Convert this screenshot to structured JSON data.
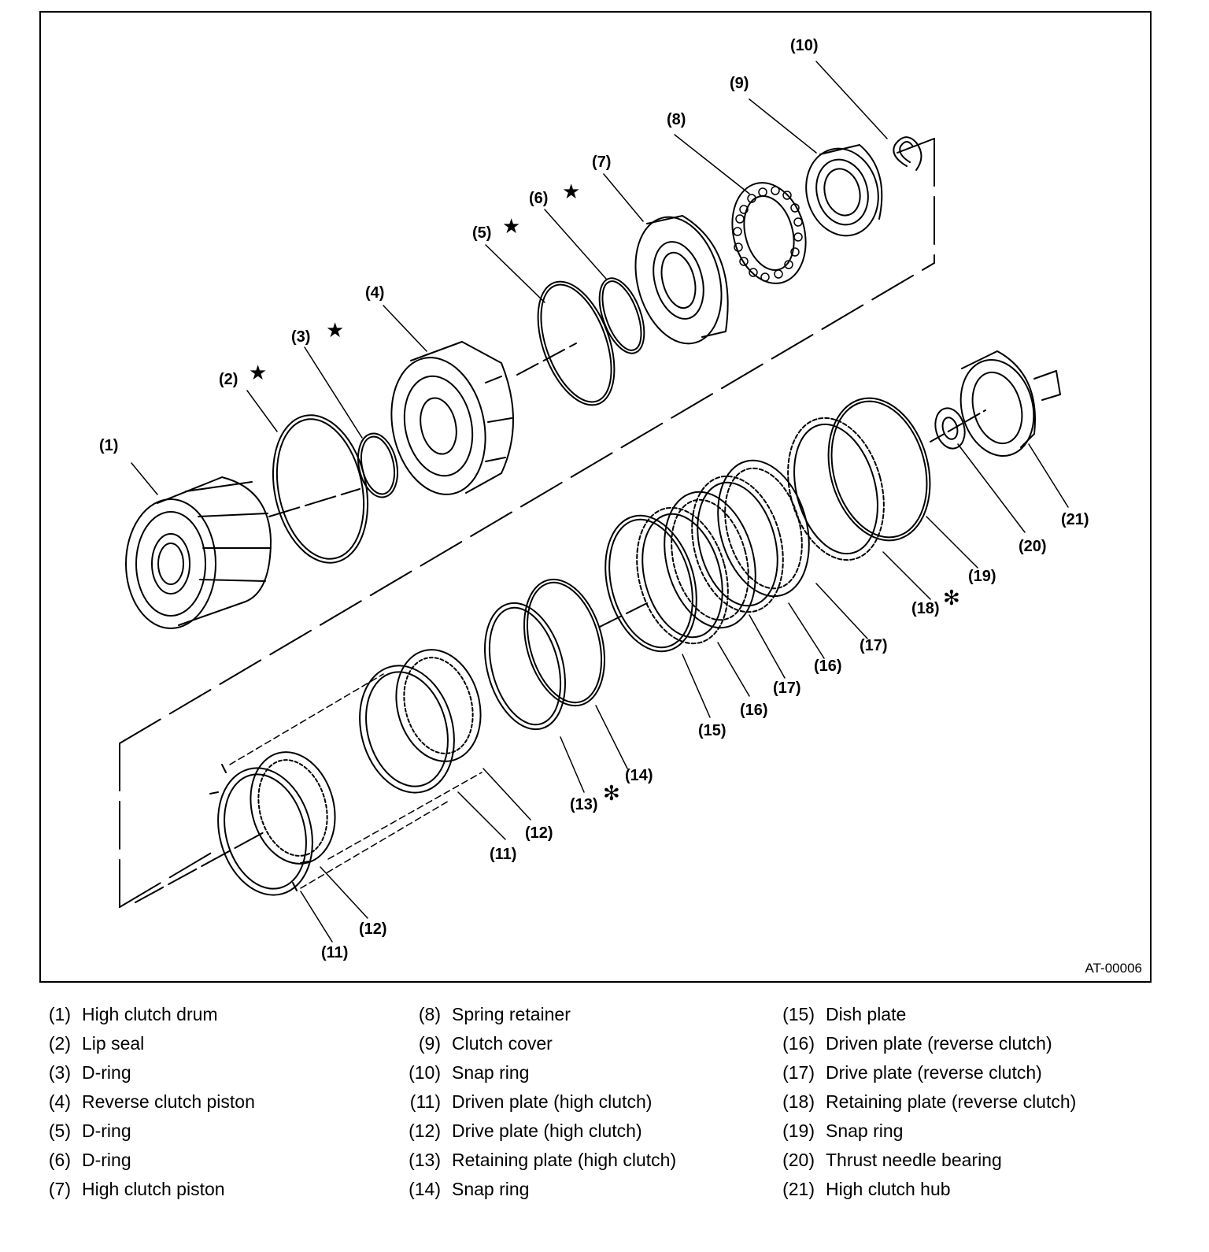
{
  "figure_id": "AT-00006",
  "callouts": {
    "c1": "(1)",
    "c2": "(2)",
    "c3": "(3)",
    "c4": "(4)",
    "c5": "(5)",
    "c6": "(6)",
    "c7": "(7)",
    "c8": "(8)",
    "c9": "(9)",
    "c10": "(10)",
    "c11a": "(11)",
    "c11b": "(11)",
    "c12a": "(12)",
    "c12b": "(12)",
    "c13": "(13)",
    "c14": "(14)",
    "c15": "(15)",
    "c16a": "(16)",
    "c16b": "(16)",
    "c17a": "(17)",
    "c17b": "(17)",
    "c18": "(18)",
    "c19": "(19)",
    "c20": "(20)",
    "c21": "(21)"
  },
  "marks": {
    "star": "★",
    "asterisk": "✻"
  },
  "legend": {
    "col1": [
      {
        "num": "(1)",
        "name": "High clutch drum"
      },
      {
        "num": "(2)",
        "name": "Lip seal"
      },
      {
        "num": "(3)",
        "name": "D-ring"
      },
      {
        "num": "(4)",
        "name": "Reverse clutch piston"
      },
      {
        "num": "(5)",
        "name": "D-ring"
      },
      {
        "num": "(6)",
        "name": "D-ring"
      },
      {
        "num": "(7)",
        "name": "High clutch piston"
      }
    ],
    "col2": [
      {
        "num": "(8)",
        "name": "Spring retainer"
      },
      {
        "num": "(9)",
        "name": "Clutch cover"
      },
      {
        "num": "(10)",
        "name": "Snap ring"
      },
      {
        "num": "(11)",
        "name": "Driven plate (high clutch)"
      },
      {
        "num": "(12)",
        "name": "Drive plate (high clutch)"
      },
      {
        "num": "(13)",
        "name": "Retaining plate (high clutch)"
      },
      {
        "num": "(14)",
        "name": "Snap ring"
      }
    ],
    "col3": [
      {
        "num": "(15)",
        "name": "Dish plate"
      },
      {
        "num": "(16)",
        "name": "Driven plate (reverse clutch)"
      },
      {
        "num": "(17)",
        "name": "Drive plate (reverse clutch)"
      },
      {
        "num": "(18)",
        "name": "Retaining plate (reverse clutch)"
      },
      {
        "num": "(19)",
        "name": "Snap ring"
      },
      {
        "num": "(20)",
        "name": "Thrust needle bearing"
      },
      {
        "num": "(21)",
        "name": "High clutch hub"
      }
    ]
  }
}
